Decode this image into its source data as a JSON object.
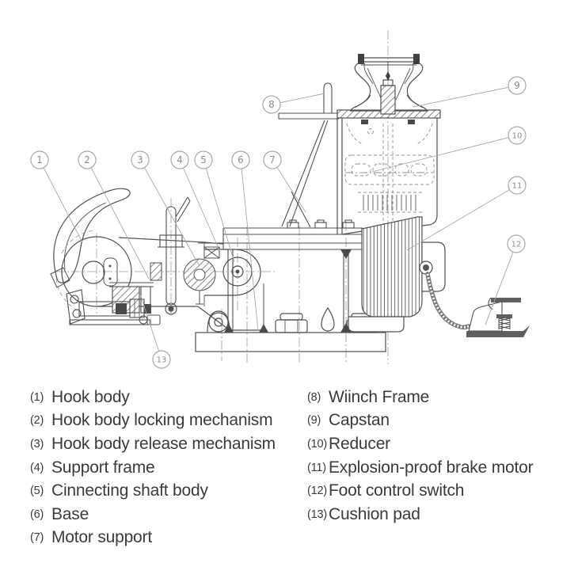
{
  "figure": {
    "type": "technical line drawing",
    "subject": "Explosion-proof electric capstan winch with quick-release hook, side elevation with numbered callouts"
  },
  "parts": [
    {
      "num": "1",
      "name": "Hook body"
    },
    {
      "num": "2",
      "name": "Hook body locking mechanism"
    },
    {
      "num": "3",
      "name": "Hook body release mechanism"
    },
    {
      "num": "4",
      "name": "Support frame"
    },
    {
      "num": "5",
      "name": "Cinnecting shaft body"
    },
    {
      "num": "6",
      "name": "Base"
    },
    {
      "num": "7",
      "name": "Motor support"
    },
    {
      "num": "8",
      "name": "Wiinch Frame"
    },
    {
      "num": "9",
      "name": "Capstan"
    },
    {
      "num": "10",
      "name": "Reducer"
    },
    {
      "num": "11",
      "name": "Explosion-proof brake motor"
    },
    {
      "num": "12",
      "name": "Foot control switch"
    },
    {
      "num": "13",
      "name": "Cushion pad"
    }
  ],
  "legend": {
    "columns": [
      {
        "start": 0,
        "end": 7
      },
      {
        "start": 7,
        "end": 13
      }
    ]
  },
  "colors": {
    "background": "#ffffff",
    "drawing_line": "#4f4f4f",
    "hidden_line": "#8f8f8f",
    "callout_line": "#a8a8a8",
    "callout_text": "#8c8c8c",
    "legend_text": "#3a3a3a"
  }
}
